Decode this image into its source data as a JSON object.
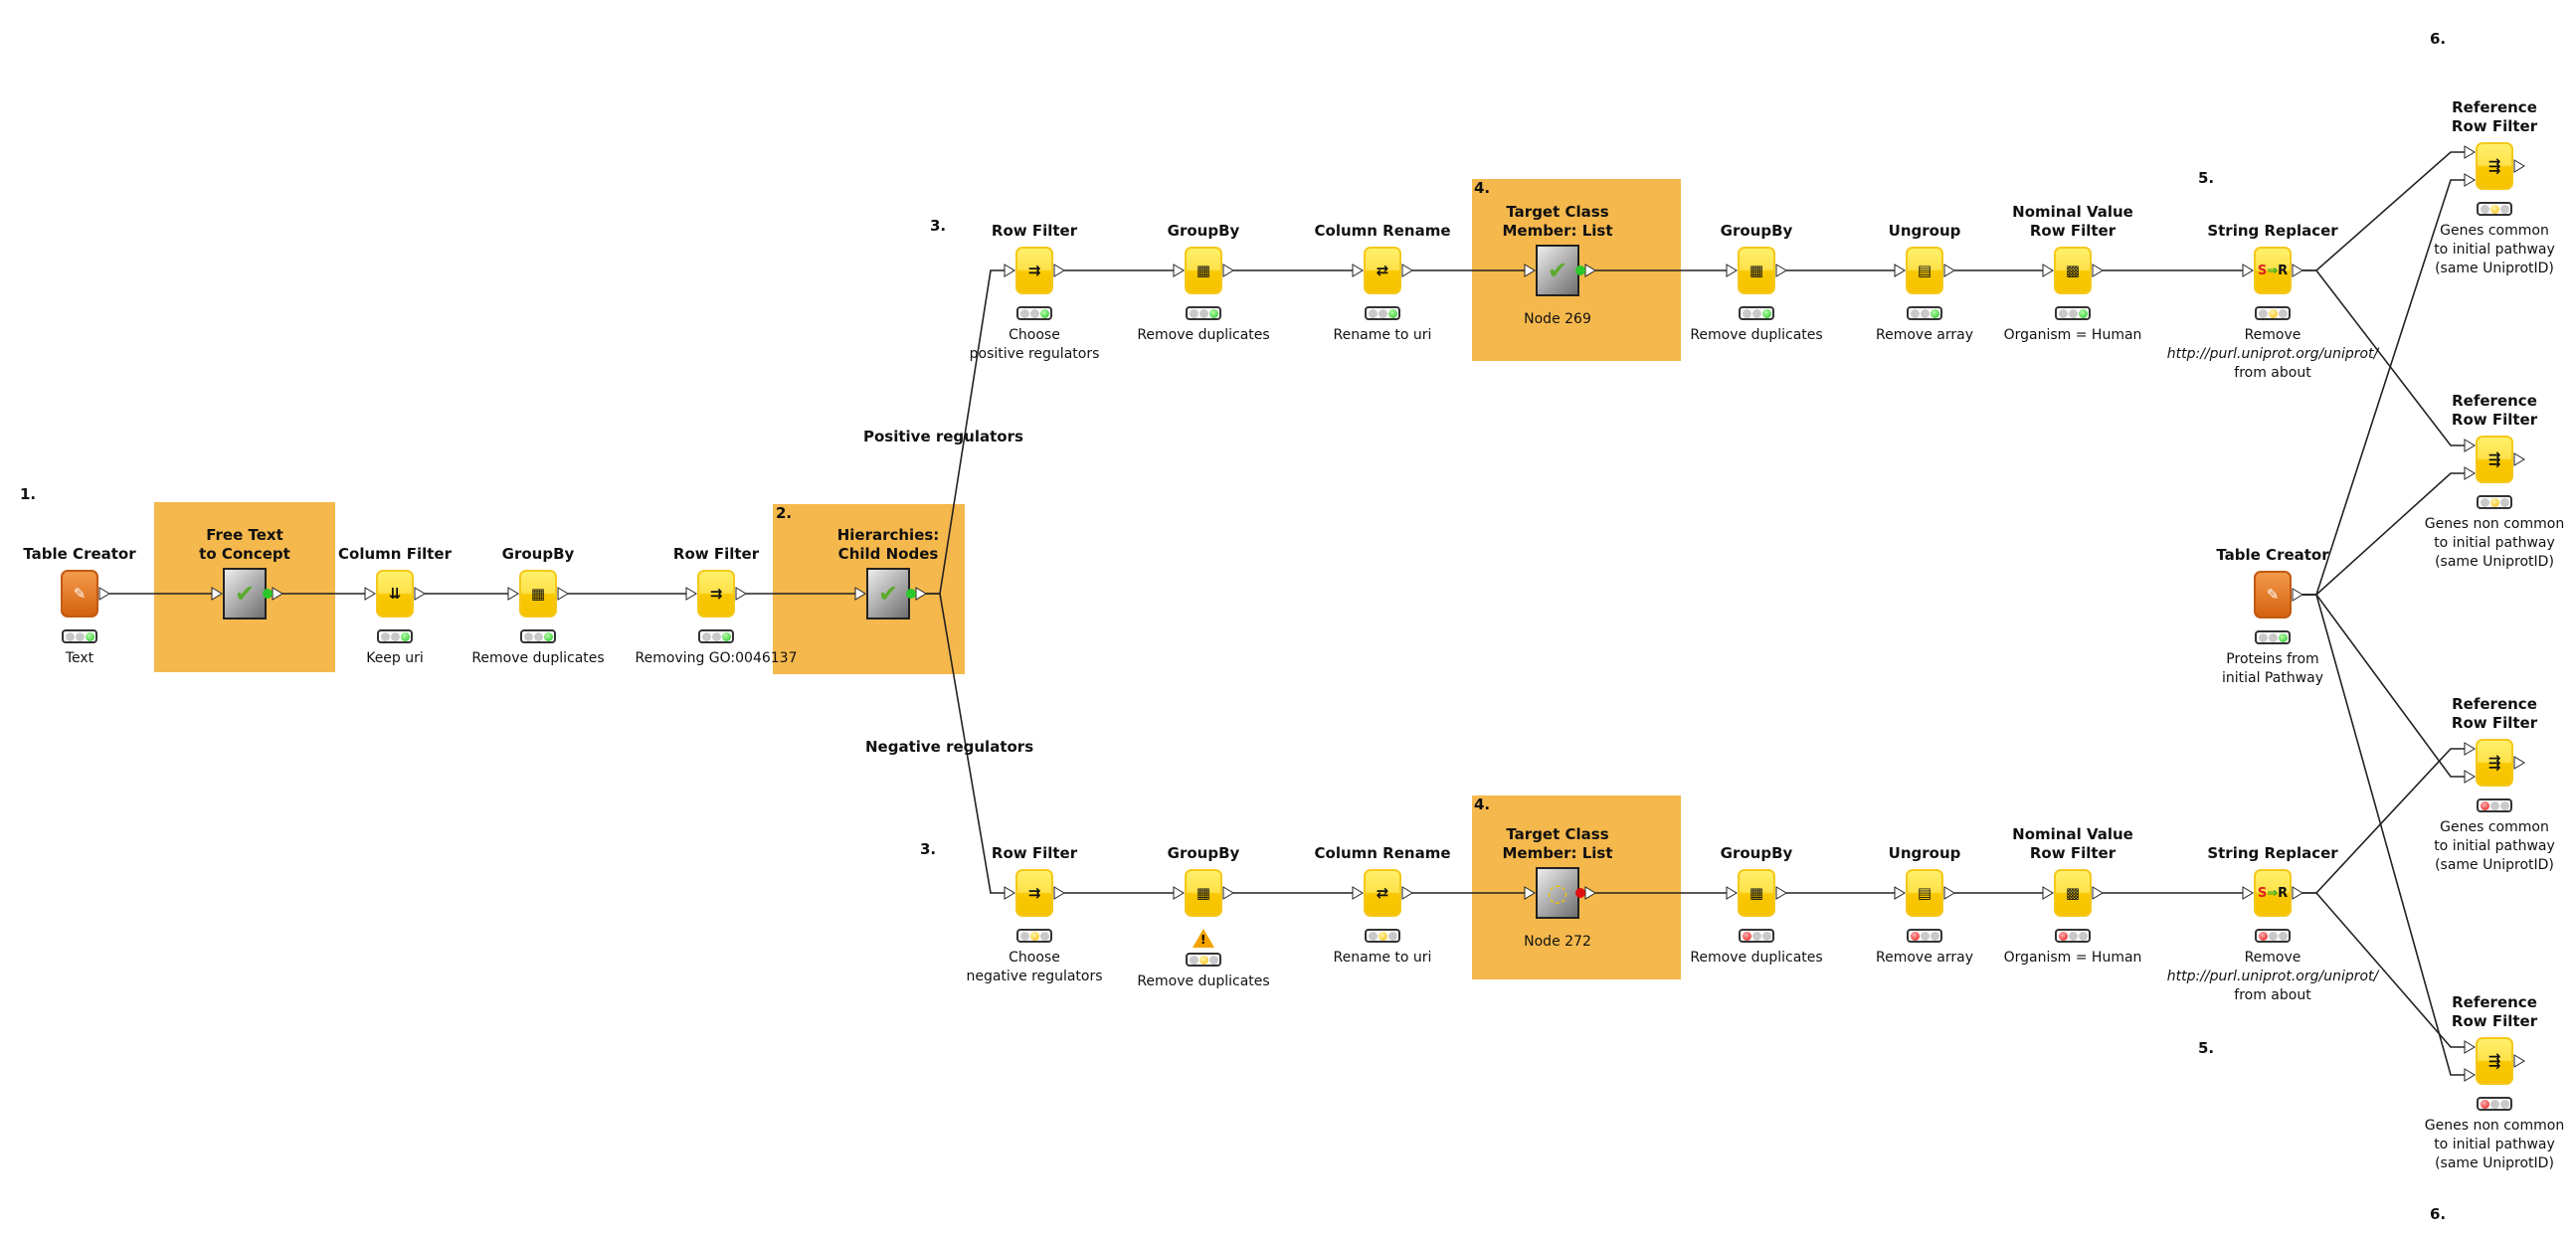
{
  "annotations": [
    {
      "text": "1."
    },
    {
      "text": "2."
    },
    {
      "text": "3."
    },
    {
      "text": "3."
    },
    {
      "text": "4."
    },
    {
      "text": "4."
    },
    {
      "text": "5."
    },
    {
      "text": "5."
    },
    {
      "text": "6."
    },
    {
      "text": "6."
    }
  ],
  "branch_labels": {
    "positive": "Positive regulators",
    "negative": "Negative regulators"
  },
  "status_colors": {
    "green": "#1FBE22",
    "yellow": "#F5B800",
    "red": "#E01010",
    "metanode_bg": "#F5B84C"
  },
  "nodes": [
    {
      "title": [
        "Table Creator"
      ],
      "desc": [
        "Text"
      ],
      "status": "green",
      "kind": "creator",
      "icon": "table-edit-icon"
    },
    {
      "title": [
        "Free Text",
        "to Concept"
      ],
      "desc": [],
      "status": "green",
      "kind": "meta",
      "icon": "checkmark-icon"
    },
    {
      "title": [
        "Column Filter"
      ],
      "desc": [
        "Keep uri"
      ],
      "status": "green",
      "kind": "yellow",
      "icon": "column-filter-icon"
    },
    {
      "title": [
        "GroupBy"
      ],
      "desc": [
        "Remove duplicates"
      ],
      "status": "green",
      "kind": "yellow",
      "icon": "groupby-icon"
    },
    {
      "title": [
        "Row Filter"
      ],
      "desc": [
        "Removing GO:0046137"
      ],
      "status": "green",
      "kind": "yellow",
      "icon": "row-filter-icon"
    },
    {
      "title": [
        "Hierarchies:",
        "Child Nodes"
      ],
      "desc": [],
      "status": "green",
      "kind": "meta",
      "icon": "checkmark-icon"
    },
    {
      "title": [
        "Row Filter"
      ],
      "desc": [
        "Choose",
        "positive regulators"
      ],
      "status": "green",
      "kind": "yellow",
      "icon": "row-filter-icon"
    },
    {
      "title": [
        "GroupBy"
      ],
      "desc": [
        "Remove duplicates"
      ],
      "status": "green",
      "kind": "yellow",
      "icon": "groupby-icon"
    },
    {
      "title": [
        "Column Rename"
      ],
      "desc": [
        "Rename to uri"
      ],
      "status": "green",
      "kind": "yellow",
      "icon": "column-rename-icon"
    },
    {
      "title": [
        "Target Class",
        "Member: List"
      ],
      "desc": [
        "Node 269"
      ],
      "status": "green",
      "kind": "meta",
      "icon": "checkmark-icon"
    },
    {
      "title": [
        "GroupBy"
      ],
      "desc": [
        "Remove duplicates"
      ],
      "status": "green",
      "kind": "yellow",
      "icon": "groupby-icon"
    },
    {
      "title": [
        "Ungroup"
      ],
      "desc": [
        "Remove array"
      ],
      "status": "green",
      "kind": "yellow",
      "icon": "ungroup-icon"
    },
    {
      "title": [
        "Nominal Value",
        "Row Filter"
      ],
      "desc": [
        "Organism = Human"
      ],
      "status": "green",
      "kind": "yellow",
      "icon": "nominal-filter-icon"
    },
    {
      "title": [
        "String Replacer"
      ],
      "desc": [
        "Remove",
        "http://purl.uniprot.org/uniprot/",
        "from about"
      ],
      "italic_line": 1,
      "status": "yellow",
      "kind": "yellow",
      "icon": "string-replacer-icon"
    },
    {
      "title": [
        "Row Filter"
      ],
      "desc": [
        "Choose",
        "negative regulators"
      ],
      "status": "yellow",
      "kind": "yellow",
      "icon": "row-filter-icon"
    },
    {
      "title": [
        "GroupBy"
      ],
      "desc": [
        "Remove duplicates"
      ],
      "status": "yellow",
      "warning": true,
      "kind": "yellow",
      "icon": "groupby-icon"
    },
    {
      "title": [
        "Column Rename"
      ],
      "desc": [
        "Rename to uri"
      ],
      "status": "yellow",
      "kind": "yellow",
      "icon": "column-rename-icon"
    },
    {
      "title": [
        "Target Class",
        "Member: List"
      ],
      "desc": [
        "Node 272"
      ],
      "status": "red",
      "kind": "meta",
      "icon": "loading-icon"
    },
    {
      "title": [
        "GroupBy"
      ],
      "desc": [
        "Remove duplicates"
      ],
      "status": "red",
      "kind": "yellow",
      "icon": "groupby-icon"
    },
    {
      "title": [
        "Ungroup"
      ],
      "desc": [
        "Remove array"
      ],
      "status": "red",
      "kind": "yellow",
      "icon": "ungroup-icon"
    },
    {
      "title": [
        "Nominal Value",
        "Row Filter"
      ],
      "desc": [
        "Organism = Human"
      ],
      "status": "red",
      "kind": "yellow",
      "icon": "nominal-filter-icon"
    },
    {
      "title": [
        "String Replacer"
      ],
      "desc": [
        "Remove",
        "http://purl.uniprot.org/uniprot/",
        "from about"
      ],
      "italic_line": 1,
      "status": "red",
      "kind": "yellow",
      "icon": "string-replacer-icon"
    },
    {
      "title": [
        "Table Creator"
      ],
      "desc": [
        "Proteins from",
        "initial Pathway"
      ],
      "status": "green",
      "kind": "creator",
      "icon": "table-edit-icon"
    },
    {
      "title": [
        "Reference",
        "Row Filter"
      ],
      "desc": [
        "Genes common",
        "to initial pathway",
        "(same UniprotID)"
      ],
      "status": "yellow",
      "kind": "yellow",
      "icon": "reference-filter-icon"
    },
    {
      "title": [
        "Reference",
        "Row Filter"
      ],
      "desc": [
        "Genes non common",
        "to initial pathway",
        "(same UniprotID)"
      ],
      "status": "yellow",
      "kind": "yellow",
      "icon": "reference-filter-icon"
    },
    {
      "title": [
        "Reference",
        "Row Filter"
      ],
      "desc": [
        "Genes common",
        "to initial pathway",
        "(same UniprotID)"
      ],
      "status": "red",
      "kind": "yellow",
      "icon": "reference-filter-icon"
    },
    {
      "title": [
        "Reference",
        "Row Filter"
      ],
      "desc": [
        "Genes non common",
        "to initial pathway",
        "(same UniprotID)"
      ],
      "status": "red",
      "kind": "yellow",
      "icon": "reference-filter-icon"
    }
  ]
}
